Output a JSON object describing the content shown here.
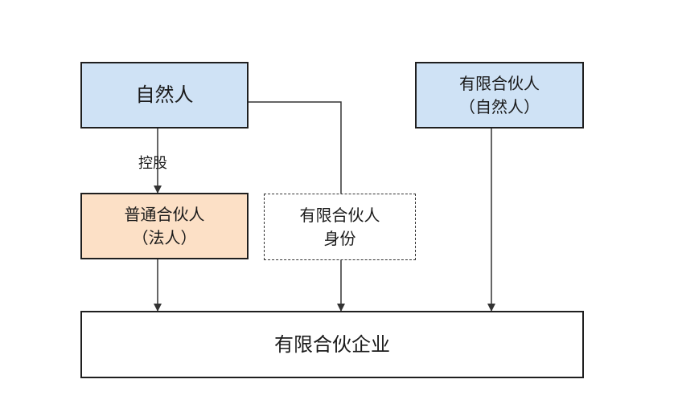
{
  "nodes": {
    "natural_person": {
      "label": "自然人",
      "fill": "#cfe2f5"
    },
    "limited_partner_natural": {
      "line1": "有限合伙人",
      "line2": "（自然人）",
      "fill": "#cfe2f5"
    },
    "general_partner_legal": {
      "line1": "普通合伙人",
      "line2": "（法人）",
      "fill": "#fce0c6"
    },
    "limited_partner_identity": {
      "line1": "有限合伙人",
      "line2": "身份",
      "fill": "#ffffff"
    },
    "limited_partnership": {
      "label": "有限合伙企业",
      "fill": "#ffffff"
    }
  },
  "edges": {
    "control_label": "控股"
  },
  "colors": {
    "line": "#333333",
    "border": "#1f1f1f"
  }
}
